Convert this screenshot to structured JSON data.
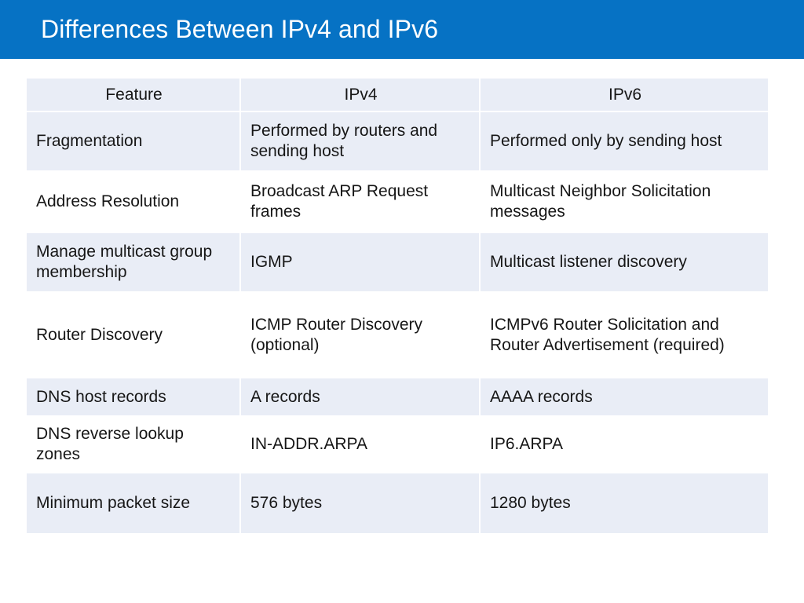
{
  "slide": {
    "title": "Differences Between IPv4 and IPv6",
    "title_bar_color": "#0672C4",
    "band_color": "#E9EDF6",
    "background_color": "#FFFFFF",
    "text_color": "#161616"
  },
  "table": {
    "columns": [
      "Feature",
      "IPv4",
      "IPv6"
    ],
    "rows": [
      {
        "feature": "Fragmentation",
        "ipv4": "Performed by routers and sending host",
        "ipv6": "Performed only by sending host"
      },
      {
        "feature": "Address Resolution",
        "ipv4": "Broadcast ARP Request frames",
        "ipv6": "Multicast Neighbor Solicitation messages"
      },
      {
        "feature": "Manage multicast group membership",
        "ipv4": "IGMP",
        "ipv6": "Multicast listener discovery"
      },
      {
        "feature": "Router Discovery",
        "ipv4": "ICMP Router Discovery (optional)",
        "ipv6": "ICMPv6 Router Solicitation and Router Advertisement (required)"
      },
      {
        "feature": "DNS host records",
        "ipv4": "A records",
        "ipv6": "AAAA records"
      },
      {
        "feature": "DNS reverse lookup zones",
        "ipv4": "IN-ADDR.ARPA",
        "ipv6": "IP6.ARPA"
      },
      {
        "feature": "Minimum packet size",
        "ipv4": "576 bytes",
        "ipv6": "1280 bytes"
      }
    ]
  }
}
